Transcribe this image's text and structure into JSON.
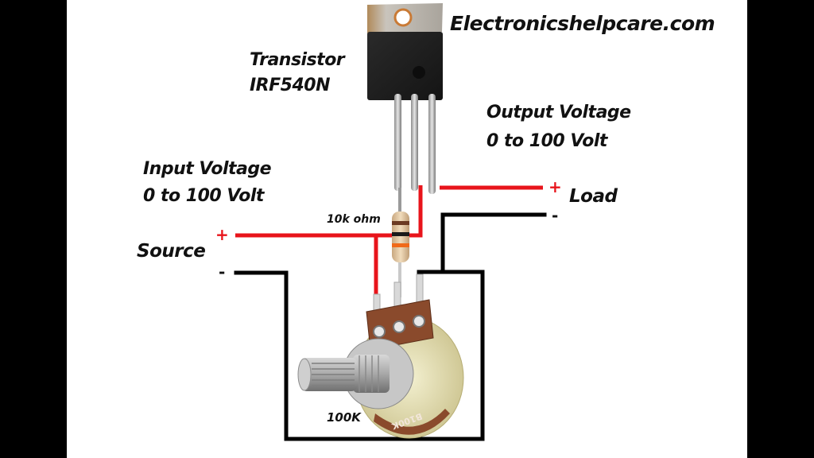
{
  "title": "Electronicshelpcare.com",
  "components": {
    "transistor": {
      "label": "Transistor",
      "part": "IRF540N"
    },
    "resistor": {
      "label": "10k ohm"
    },
    "potentiometer": {
      "label": "100K",
      "marking": "B100K"
    }
  },
  "terminals": {
    "input": {
      "title": "Input Voltage",
      "range": "0 to 100 Volt",
      "name": "Source",
      "plus": "+",
      "minus": "-"
    },
    "output": {
      "title": "Output Voltage",
      "range": "0 to 100 Volt",
      "name": "Load",
      "plus": "+",
      "minus": "-"
    }
  },
  "colors": {
    "positive_wire": "#e8141b",
    "negative_wire": "#000000",
    "background": "#ffffff"
  }
}
